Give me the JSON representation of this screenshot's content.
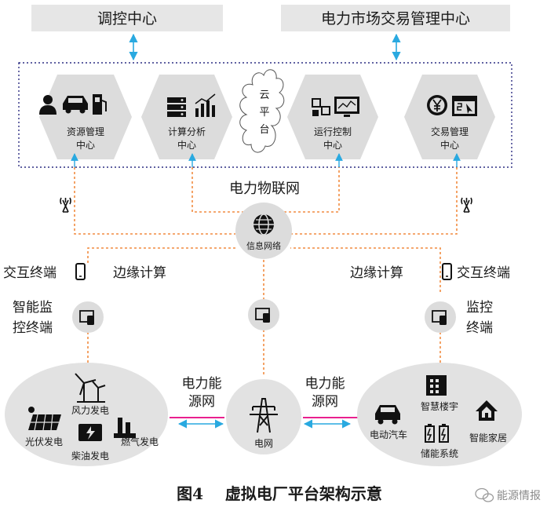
{
  "top_boxes": {
    "left": "调控中心",
    "right": "电力市场交易管理中心"
  },
  "cloud_platform": {
    "label_lines": [
      "云",
      "平",
      "台"
    ]
  },
  "centers": [
    {
      "lines": [
        "资源管理",
        "中心"
      ],
      "icons": [
        "person-icon",
        "car-icon",
        "fuel-pump-icon"
      ]
    },
    {
      "lines": [
        "计算分析",
        "中心"
      ],
      "icons": [
        "server-stack-icon",
        "bar-chart-icon"
      ]
    },
    {
      "lines": [
        "运行控制",
        "中心"
      ],
      "icons": [
        "flow-chart-icon",
        "monitor-icon"
      ]
    },
    {
      "lines": [
        "交易管理",
        "中心"
      ],
      "icons": [
        "yen-coin-icon",
        "price-window-icon"
      ]
    }
  ],
  "iot_label": "电力物联网",
  "info_network": {
    "label": "信息网络",
    "icon": "globe-icon"
  },
  "terminals": {
    "interaction_left": "交互终端",
    "interaction_right": "交互终端",
    "edge_left": "边缘计算",
    "edge_right": "边缘计算",
    "smart_monitor_lines": [
      "智能监",
      "控终端"
    ],
    "monitor_lines": [
      "监控",
      "终端"
    ]
  },
  "grid": {
    "label": "电网",
    "link_left_lines": [
      "电力能",
      "源网"
    ],
    "link_right_lines": [
      "电力能",
      "源网"
    ]
  },
  "generation": {
    "wind": "风力发电",
    "solar": "光伏发电",
    "diesel": "柴油发电",
    "gas": "燃气发电"
  },
  "consumption": {
    "building": "智慧楼宇",
    "ev": "电动汽车",
    "storage": "储能系统",
    "home": "智能家居"
  },
  "caption": "图4    虚拟电厂平台架构示意",
  "watermark": "能源情报",
  "colors": {
    "box_fill": "#e6e6e6",
    "hex_fill": "#dcdcdc",
    "ellipse_fill": "#e2e2e2",
    "blue_arrow": "#29a9e0",
    "orange_dash": "#f28c40",
    "navy_dash": "#2d2e83",
    "grid_line": "#e6007e"
  }
}
